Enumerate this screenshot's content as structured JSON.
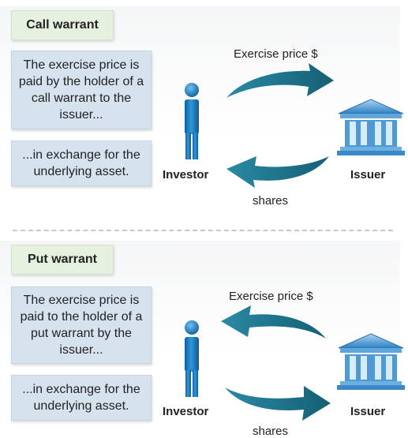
{
  "call": {
    "heading": "Call warrant",
    "box1": "The exercise price is paid by the holder of a call warrant to the issuer...",
    "box2": "...in exchange for the underlying asset.",
    "top_arrow_label": "Exercise price $",
    "bottom_arrow_label": "shares",
    "investor_label": "Investor",
    "issuer_label": "Issuer"
  },
  "put": {
    "heading": "Put warrant",
    "box1": "The exercise price is paid to the holder of a put warrant by the issuer...",
    "box2": "...in exchange for the underlying asset.",
    "top_arrow_label": "Exercise price $",
    "bottom_arrow_label": "shares",
    "investor_label": "Investor",
    "issuer_label": "Issuer"
  },
  "colors": {
    "arrow": "#1a6e85",
    "person": "#1f7ec2",
    "bank": "#3f8fd0",
    "heading_bg": "#e5f0df",
    "textbox_bg": "#d6e3ef"
  },
  "icons": [
    "person-icon",
    "bank-icon",
    "curved-arrow-icon"
  ]
}
